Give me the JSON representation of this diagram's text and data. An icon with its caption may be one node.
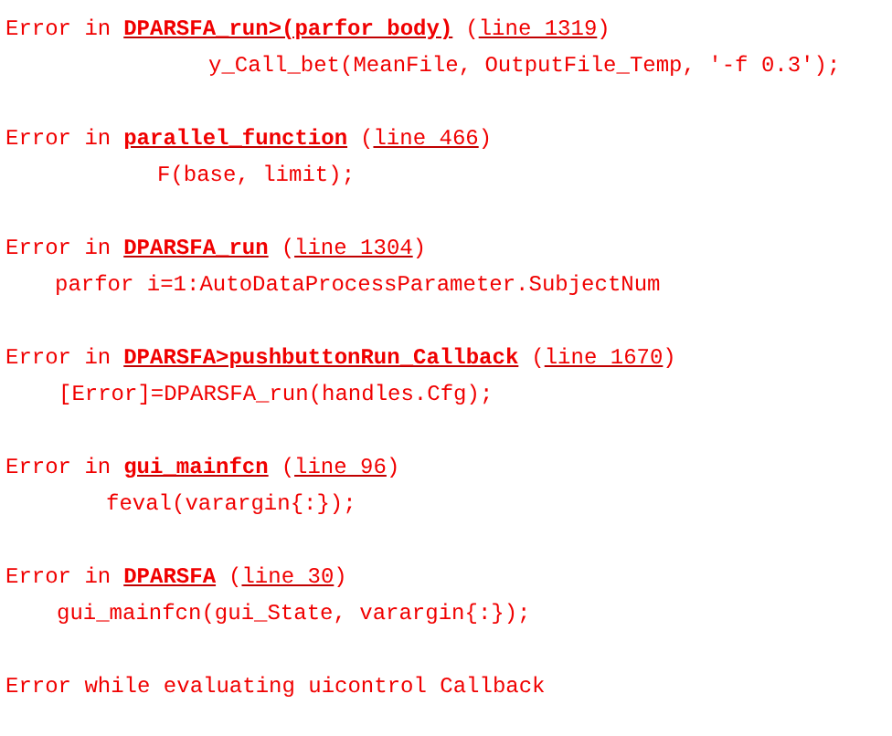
{
  "diagram": {
    "labels": [
      "Error in",
      "DPARSFA_run>(parfor body)",
      "(line 1319)",
      "y_Call_bet(MeanFile, OutputFile_Temp, '-f 0.3');",
      "Error in",
      "parallel_function",
      "(line 466)",
      "F(base, limit);",
      "Error in",
      "DPARSFA_run",
      "(line 1304)",
      "parfor i=1:AutoDataProcessParameter.SubjectNum",
      "Error in",
      "DPARSFA>pushbuttonRun_Callback",
      "(line 1670)",
      "[Error]=DPARSFA_run(handles.Cfg);",
      "Error in",
      "gui_mainfcn",
      "(line 96)",
      "feval(varargin{:});",
      "Error in",
      "DPARSFA",
      "(line 30)",
      "gui_mainfcn(gui_State, varargin{:});",
      "Error while evaluating uicontrol Callback"
    ]
  }
}
